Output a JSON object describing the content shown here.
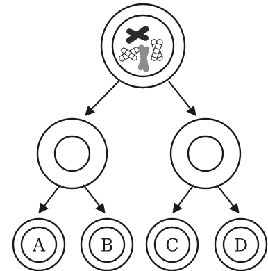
{
  "diagram": {
    "parent_cell": {
      "contents": "chromosomes-icon"
    },
    "daughter_cells": [
      {
        "id": "left"
      },
      {
        "id": "right"
      }
    ],
    "granddaughter_cells": [
      {
        "label": "A"
      },
      {
        "label": "B"
      },
      {
        "label": "C"
      },
      {
        "label": "D"
      }
    ]
  }
}
